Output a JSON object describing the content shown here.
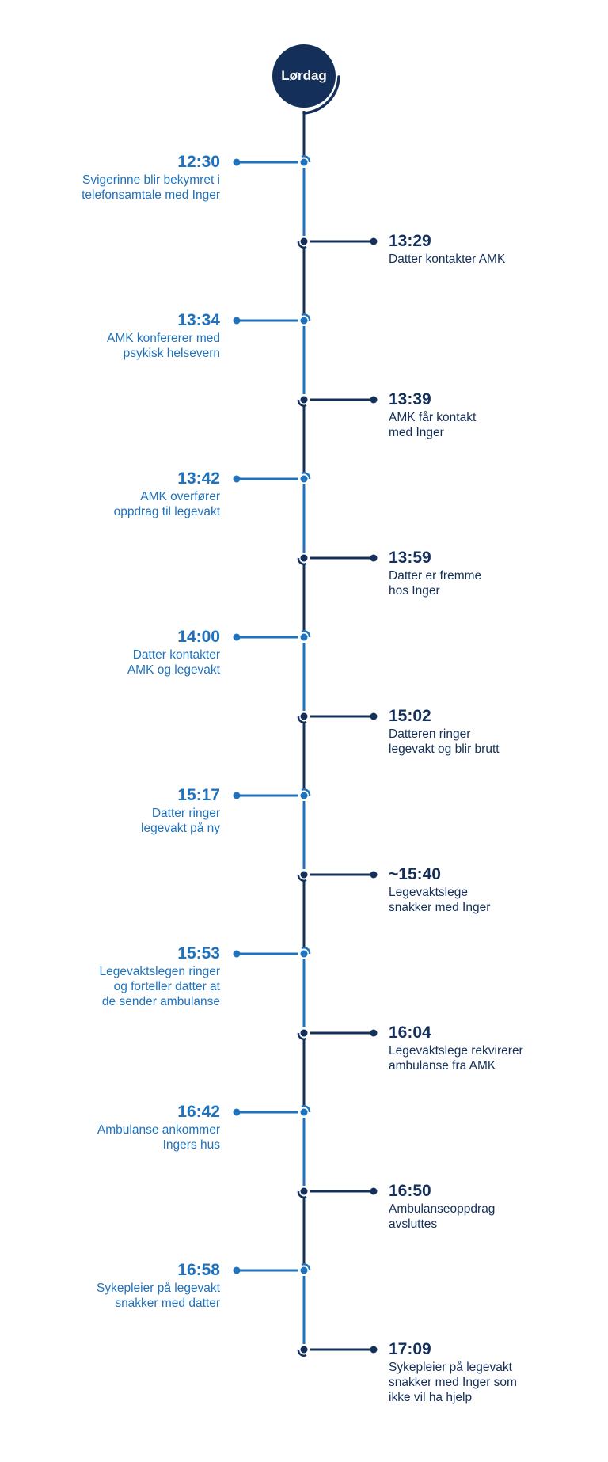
{
  "header": {
    "label": "Lørdag"
  },
  "colors": {
    "left": "#1f72bd",
    "right": "#14305a",
    "spine_dark": "#14305a",
    "spine_light": "#1f72bd"
  },
  "events": [
    {
      "side": "left",
      "time": "12:30",
      "desc": "Svigerinne blir bekymret i\ntelefonsamtale med Inger"
    },
    {
      "side": "right",
      "time": "13:29",
      "desc": "Datter kontakter AMK"
    },
    {
      "side": "left",
      "time": "13:34",
      "desc": "AMK konfererer med\npsykisk helsevern"
    },
    {
      "side": "right",
      "time": "13:39",
      "desc": "AMK får kontakt\nmed Inger"
    },
    {
      "side": "left",
      "time": "13:42",
      "desc": "AMK overfører\noppdrag til legevakt"
    },
    {
      "side": "right",
      "time": "13:59",
      "desc": "Datter er fremme\nhos Inger"
    },
    {
      "side": "left",
      "time": "14:00",
      "desc": "Datter kontakter\nAMK og legevakt"
    },
    {
      "side": "right",
      "time": "15:02",
      "desc": "Datteren ringer\nlegevakt og blir brutt"
    },
    {
      "side": "left",
      "time": "15:17",
      "desc": "Datter ringer\nlegevakt på ny"
    },
    {
      "side": "right",
      "time": "~15:40",
      "desc": "Legevaktslege\nsnakker med Inger"
    },
    {
      "side": "left",
      "time": "15:53",
      "desc": "Legevaktslegen ringer\nog forteller datter at\nde sender ambulanse"
    },
    {
      "side": "right",
      "time": "16:04",
      "desc": "Legevaktslege rekvirerer\nambulanse fra AMK"
    },
    {
      "side": "left",
      "time": "16:42",
      "desc": "Ambulanse ankommer\nIngers hus"
    },
    {
      "side": "right",
      "time": "16:50",
      "desc": "Ambulanseoppdrag\navsluttes"
    },
    {
      "side": "left",
      "time": "16:58",
      "desc": "Sykepleier på legevakt\nsnakker med datter"
    },
    {
      "side": "right",
      "time": "17:09",
      "desc": "Sykepleier på legevakt\nsnakker med Inger som\nikke vil ha hjelp"
    }
  ]
}
